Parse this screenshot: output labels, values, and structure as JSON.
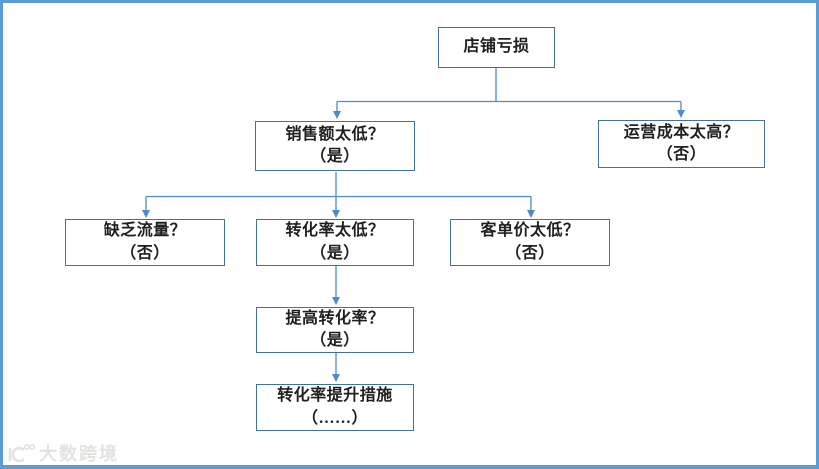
{
  "frame": {
    "border_color": "#5d9cd3",
    "background_color": "#ffffff"
  },
  "flowchart": {
    "line_color": "#4f8ac9",
    "box_border_color": "#41719c",
    "text_color": "#1f1f1f",
    "nodes": {
      "root": {
        "title": "店铺亏损"
      },
      "sales_low": {
        "title": "销售额太低？",
        "answer": "（是）"
      },
      "cost_high": {
        "title": "运营成本太高？",
        "answer": "（否）"
      },
      "traffic_lack": {
        "title": "缺乏流量？",
        "answer": "（否）"
      },
      "conversion_low": {
        "title": "转化率太低？",
        "answer": "（是）"
      },
      "price_low": {
        "title": "客单价太低？",
        "answer": "（否）"
      },
      "improve_conversion": {
        "title": "提高转化率？",
        "answer": "（是）"
      },
      "measures": {
        "title": "转化率提升措施",
        "answer": "（……）"
      }
    }
  },
  "watermark": {
    "text": "大数跨境"
  }
}
